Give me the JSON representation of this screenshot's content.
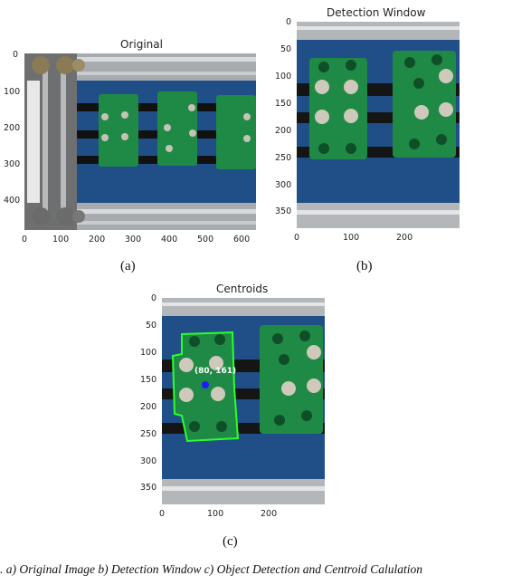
{
  "panels": [
    {
      "title": "Original",
      "label": "(a)",
      "x_ticks": [
        "0",
        "100",
        "200",
        "300",
        "400",
        "500",
        "600"
      ],
      "y_ticks": [
        "0",
        "100",
        "200",
        "300",
        "400"
      ]
    },
    {
      "title": "Detection Window",
      "label": "(b)",
      "x_ticks": [
        "0",
        "100",
        "200"
      ],
      "y_ticks": [
        "0",
        "50",
        "100",
        "150",
        "200",
        "250",
        "300",
        "350"
      ]
    },
    {
      "title": "Centroids",
      "label": "(c)",
      "x_ticks": [
        "0",
        "100",
        "200"
      ],
      "y_ticks": [
        "0",
        "50",
        "100",
        "150",
        "200",
        "250",
        "300",
        "350"
      ],
      "centroid_text": "(80, 161)"
    }
  ],
  "caption": ".  a) Original Image b) Detection Window c) Object Detection and Centroid Calulation",
  "colors": {
    "brick_green": "#1f8a45",
    "belt_blue": "#1f4f86",
    "contour_green": "#2bff2b",
    "centroid_blue": "#1c1cff"
  }
}
